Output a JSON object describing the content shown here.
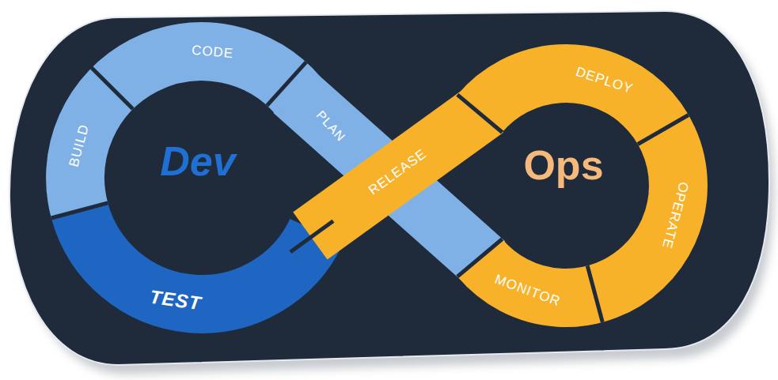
{
  "diagram": {
    "nodes": [
      {
        "text": [
          "PLAN"
        ]
      },
      {
        "text": [
          "CODE"
        ]
      },
      {
        "text": [
          "BUILD"
        ]
      },
      {
        "text": [
          "TEST"
        ]
      },
      {
        "text": [
          "RELEASE"
        ]
      },
      {
        "text": [
          "DEPLOY"
        ]
      },
      {
        "text": [
          "OPERATE"
        ]
      },
      {
        "text": [
          "MONITOR"
        ]
      }
    ],
    "labels": [
      "Dev",
      "Ops"
    ]
  }
}
